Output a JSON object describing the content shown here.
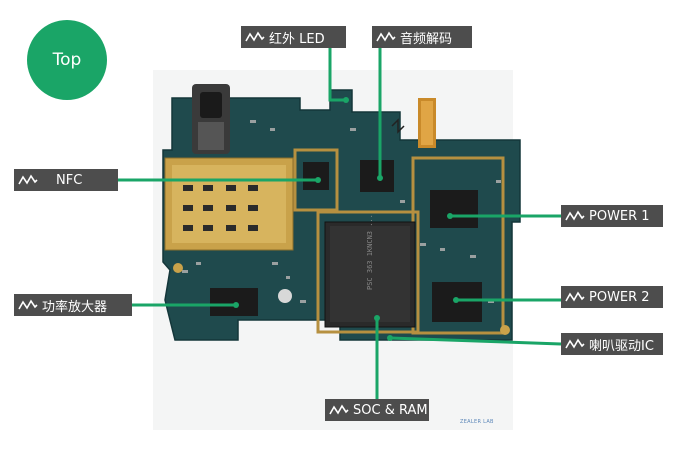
{
  "badge": {
    "label": "Top"
  },
  "labels": {
    "ir_led": "红外 LED",
    "audio_codec": "音频解码",
    "nfc": "NFC",
    "power_amp": "功率放大器",
    "power1": "POWER 1",
    "power2": "POWER 2",
    "speaker_ic": "喇叭驱动IC",
    "soc_ram": "SOC & RAM"
  },
  "chip_marking": "PSC 363 1KNCN3 ...",
  "watermark": "ZEALER LAB",
  "colors": {
    "accent": "#1aa567",
    "label_bg": "#4d4d4d",
    "leader": "#1aa567",
    "board": "#1f4a4d",
    "gold": "#c9a24a"
  },
  "icons": [
    "wave-icon"
  ]
}
